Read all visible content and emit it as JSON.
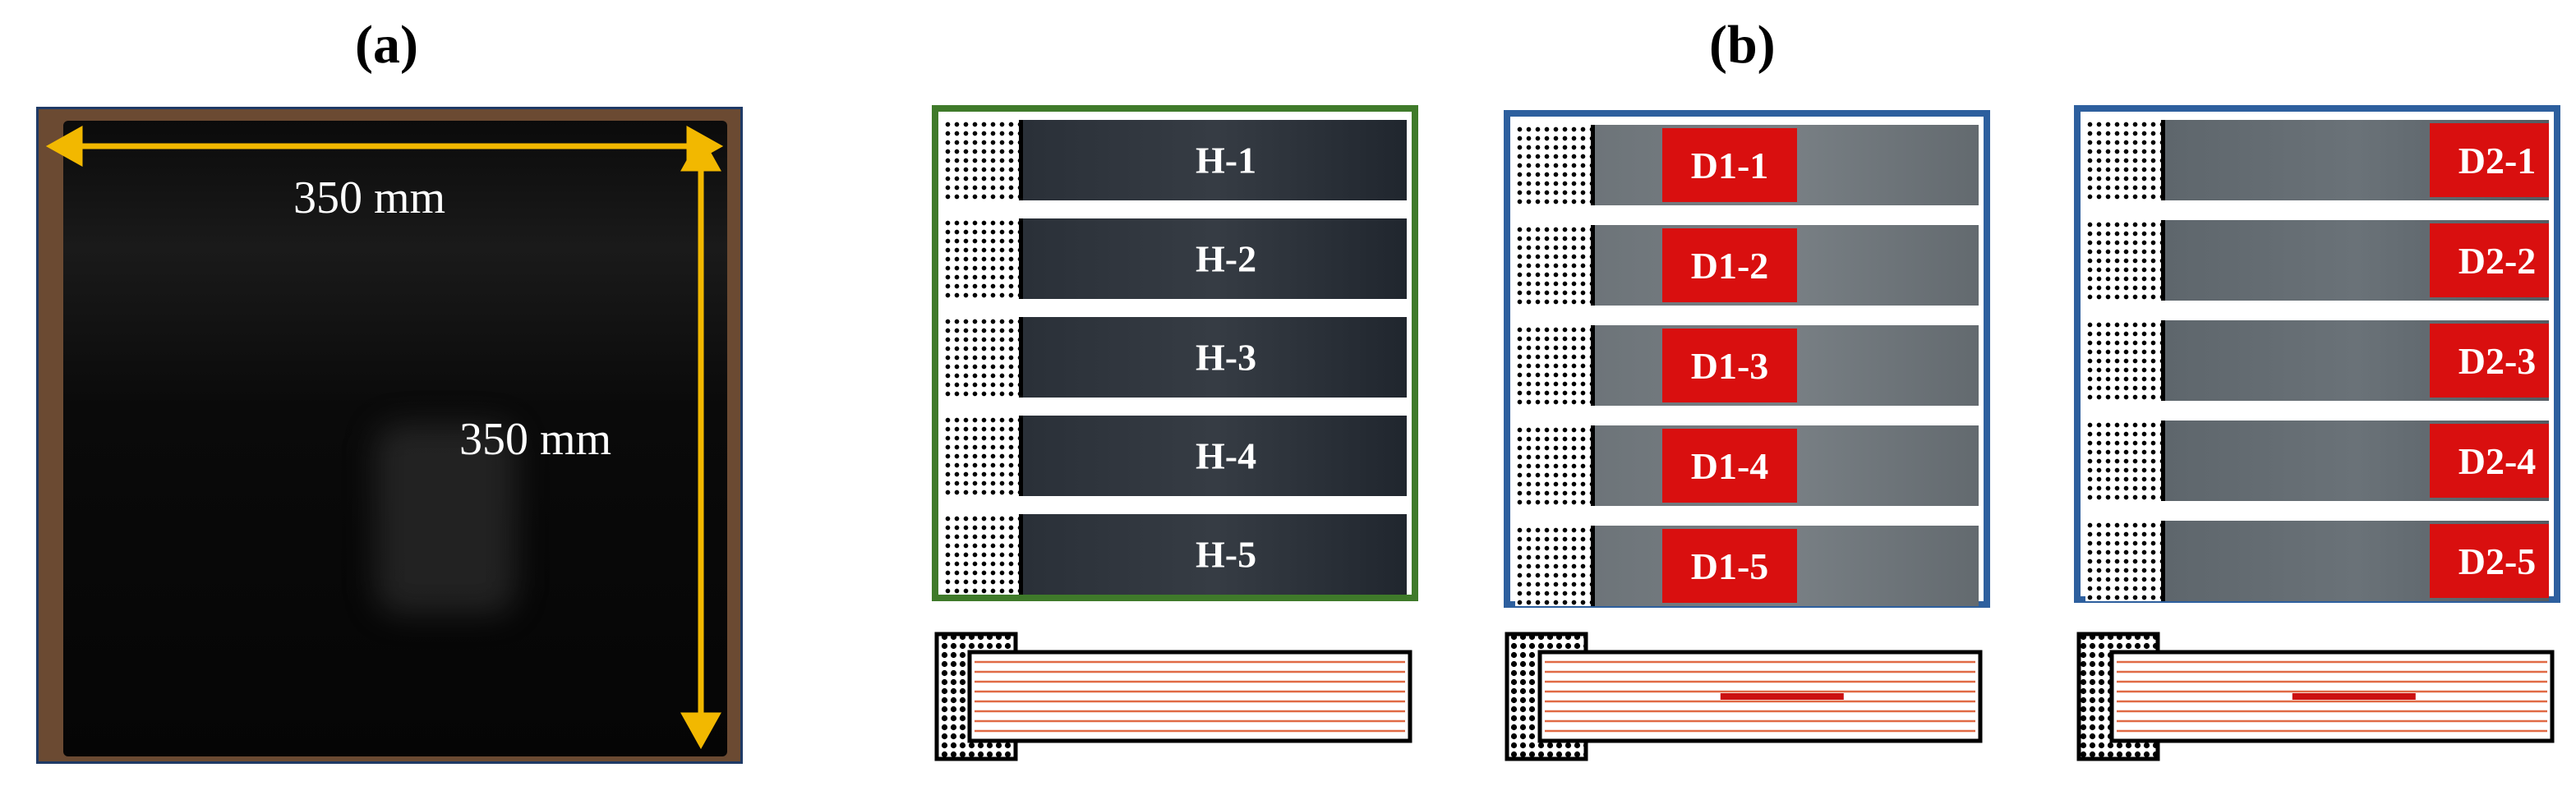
{
  "panel_a": {
    "label": "(a)",
    "width_text": "350 mm",
    "height_text": "350 mm",
    "arrow_color": "#f2b800"
  },
  "panel_b": {
    "label": "(b)",
    "groups": [
      {
        "name": "H",
        "frame_color": "#3f7a2a",
        "strip_color": "#2a3038",
        "specimens": [
          "H-1",
          "H-2",
          "H-3",
          "H-4",
          "H-5"
        ],
        "label_style": "plain",
        "has_delamination": false
      },
      {
        "name": "D1",
        "frame_color": "#2d5f9e",
        "strip_color": "#6d7479",
        "specimens": [
          "D1-1",
          "D1-2",
          "D1-3",
          "D1-4",
          "D1-5"
        ],
        "label_style": "red-box",
        "has_delamination": true
      },
      {
        "name": "D2",
        "frame_color": "#2d5f9e",
        "strip_color": "#5e666c",
        "specimens": [
          "D2-1",
          "D2-2",
          "D2-3",
          "D2-4",
          "D2-5"
        ],
        "label_style": "red-box",
        "has_delamination": true
      }
    ],
    "ply_line_color": "#e06a45",
    "delamination_color": "#cc1111",
    "label_box_color": "#d90f0f"
  }
}
